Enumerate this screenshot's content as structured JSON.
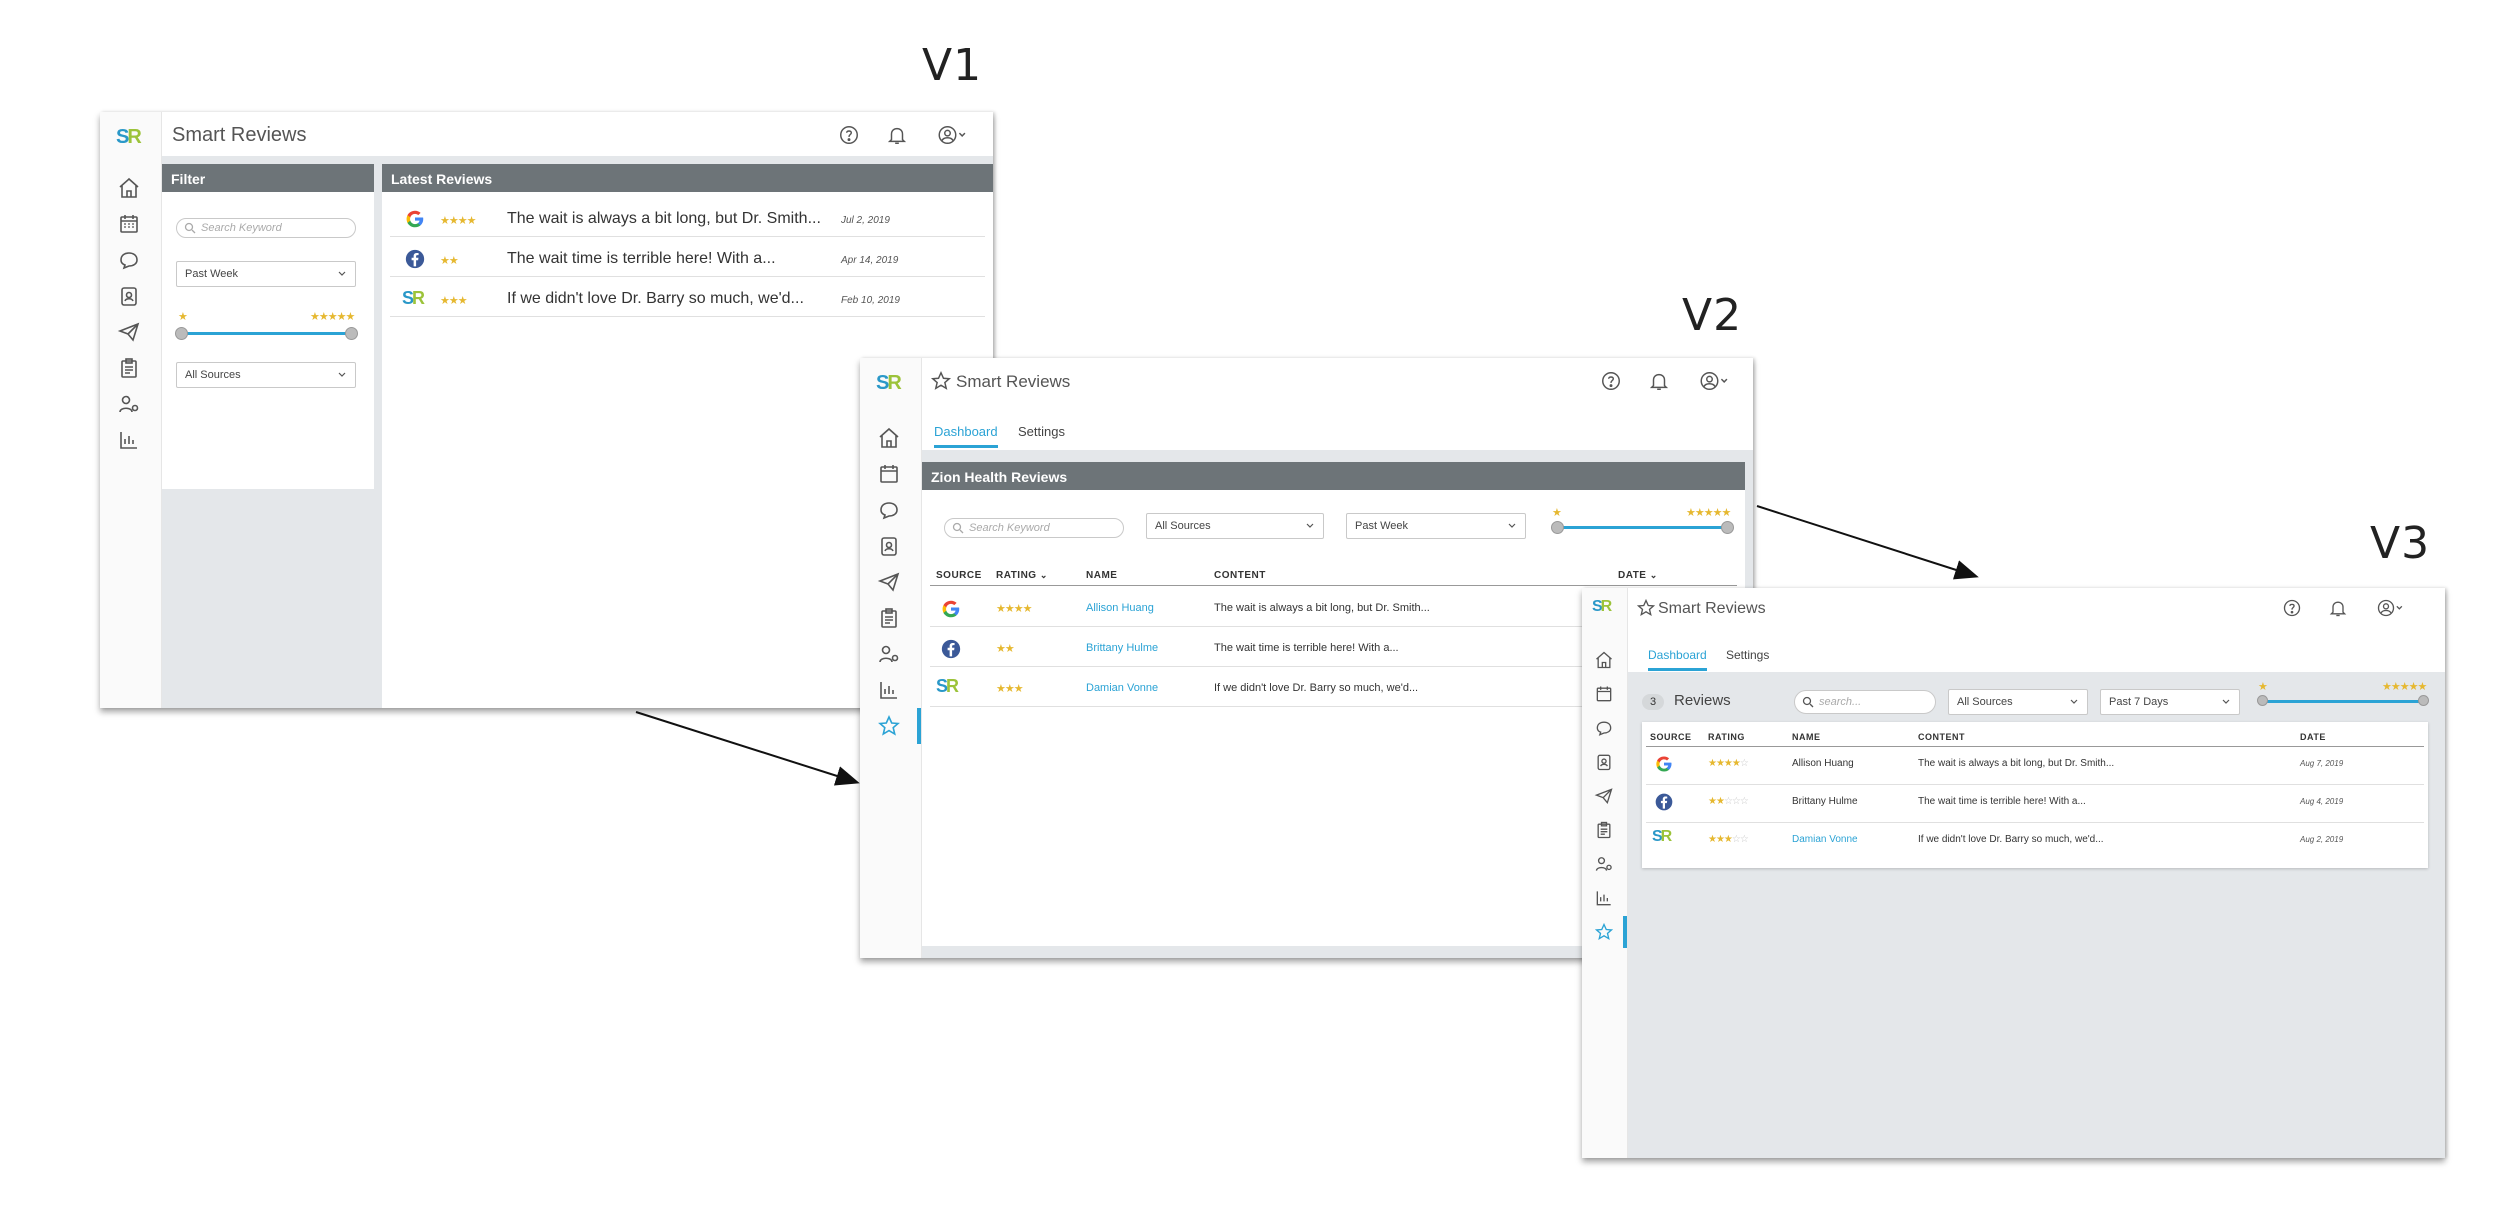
{
  "versions": [
    "V1",
    "V2",
    "V3"
  ],
  "app_title": "Smart Reviews",
  "logo": {
    "s": "S",
    "r": "R"
  },
  "v1": {
    "filter_header": "Filter",
    "latest_header": "Latest Reviews",
    "search_placeholder": "Search Keyword",
    "time_select": "Past Week",
    "source_select": "All Sources",
    "slider": {
      "min_stars": 1,
      "max_stars": 5
    },
    "reviews": [
      {
        "source": "google",
        "rating": 4,
        "content": "The wait is always a bit long, but Dr. Smith...",
        "date": "Jul 2, 2019"
      },
      {
        "source": "facebook",
        "rating": 2,
        "content": "The wait time is terrible here! With a...",
        "date": "Apr 14, 2019"
      },
      {
        "source": "smartreviews",
        "rating": 3,
        "content": "If we didn't love Dr. Barry so much, we'd...",
        "date": "Feb 10, 2019"
      }
    ]
  },
  "v2": {
    "tabs": [
      "Dashboard",
      "Settings"
    ],
    "panel_header": "Zion Health Reviews",
    "search_placeholder": "Search Keyword",
    "source_select": "All Sources",
    "time_select": "Past Week",
    "columns": [
      "SOURCE",
      "RATING",
      "NAME",
      "CONTENT",
      "DATE"
    ],
    "reviews": [
      {
        "source": "google",
        "rating": 4,
        "name": "Allison Huang",
        "content": "The wait is always a bit long, but Dr. Smith..."
      },
      {
        "source": "facebook",
        "rating": 2,
        "name": "Brittany Hulme",
        "content": "The wait time is terrible here! With a..."
      },
      {
        "source": "smartreviews",
        "rating": 3,
        "name": "Damian Vonne",
        "content": "If we didn't love Dr. Barry so much, we'd..."
      }
    ]
  },
  "v3": {
    "tabs": [
      "Dashboard",
      "Settings"
    ],
    "count": "3",
    "count_label": "Reviews",
    "search_placeholder": "search...",
    "source_select": "All Sources",
    "time_select": "Past 7 Days",
    "columns": [
      "SOURCE",
      "RATING",
      "NAME",
      "CONTENT",
      "DATE"
    ],
    "reviews": [
      {
        "source": "google",
        "rating": 4,
        "name": "Allison Huang",
        "content": "The wait is always a bit long, but Dr. Smith...",
        "date": "Aug 7, 2019"
      },
      {
        "source": "facebook",
        "rating": 2,
        "name": "Brittany Hulme",
        "content": "The wait time is terrible here! With a...",
        "date": "Aug 4, 2019"
      },
      {
        "source": "smartreviews",
        "rating": 3,
        "name": "Damian Vonne",
        "content": "If we didn't love Dr. Barry so much, we'd...",
        "date": "Aug 2, 2019"
      }
    ]
  },
  "colors": {
    "accent": "#2ba3d5",
    "star": "#e6b830",
    "panel_header": "#6d7478",
    "google_blue": "#4285f4",
    "facebook_blue": "#3b5998"
  },
  "icons": [
    "home-icon",
    "calendar-icon",
    "chat-icon",
    "contacts-icon",
    "send-icon",
    "clipboard-icon",
    "users-settings-icon",
    "chart-icon",
    "star-icon",
    "help-icon",
    "bell-icon",
    "account-icon"
  ]
}
